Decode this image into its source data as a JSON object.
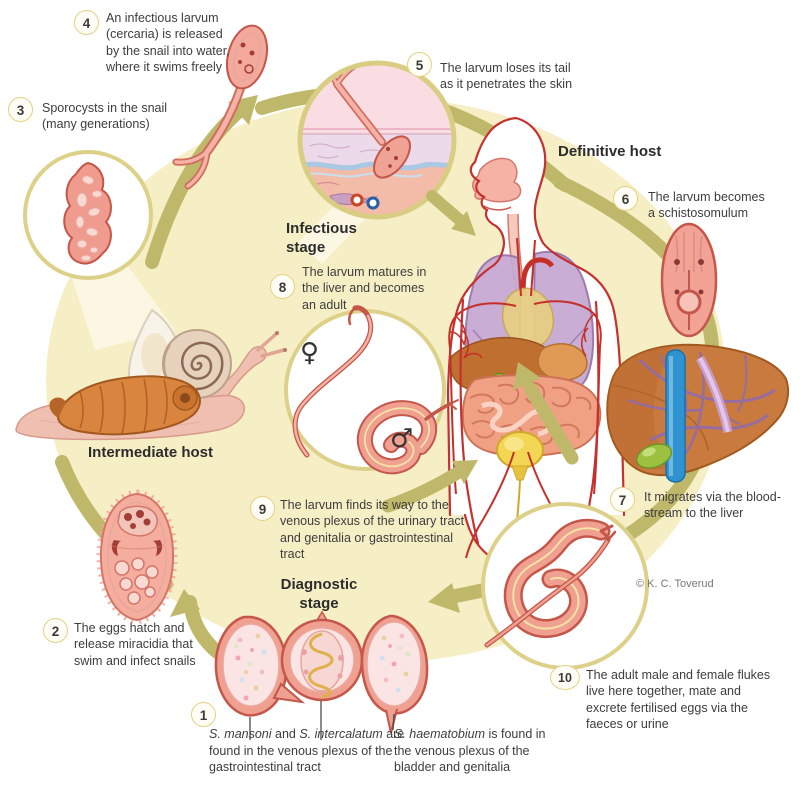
{
  "colors": {
    "cycle_background": "#f6efc5",
    "cycle_arrow": "#bfb86a",
    "badge_border": "#e4d183",
    "text": "#3d3d3d",
    "illustration_pink": "#f2a396",
    "body_outline": "#c53030",
    "liver_orange": "#c97a3f",
    "lung_purple": "#c7a9d2",
    "bladder_yellow": "#f2d654"
  },
  "copyright": "© K. C. Toverud",
  "region_labels": {
    "definitive_host": "Definitive host",
    "intermediate_host": "Intermediate host",
    "infectious_stage": "Infectious\nstage",
    "diagnostic_stage": "Diagnostic\nstage"
  },
  "symbols": {
    "female": "♀",
    "male": "♂"
  },
  "steps": {
    "s1": {
      "number": "1"
    },
    "s2": {
      "number": "2",
      "text": "The eggs hatch and\nrelease miracidia that\nswim and infect snails"
    },
    "s3": {
      "number": "3",
      "text": "Sporocysts in the snail\n(many generations)"
    },
    "s4": {
      "number": "4",
      "text": "An infectious larvum\n(cercaria) is released\nby the snail into water,\nwhere it swims freely"
    },
    "s5": {
      "number": "5",
      "text": "The larvum loses its tail\nas it penetrates the skin"
    },
    "s6": {
      "number": "6",
      "text": "The larvum becomes\na schistosomulum"
    },
    "s7": {
      "number": "7",
      "text": "It migrates via the blood-\nstream to the liver"
    },
    "s8": {
      "number": "8",
      "text": "The larvum matures in\nthe liver and becomes\nan adult"
    },
    "s9": {
      "number": "9",
      "text": "The larvum finds its way to the\nvenous plexus of the urinary tract\nand genitalia or gastrointestinal\ntract"
    },
    "s10": {
      "number": "10",
      "text": "The adult male and female flukes\nlive here together, mate and\nexcrete fertilised eggs via the\nfaeces or urine"
    }
  },
  "species_notes": {
    "gastrointestinal": {
      "species_a": "S. mansoni",
      "conj": " and ",
      "species_b": "S. intercalatum",
      "rest": " are found in the venous plexus of the gastrointestinal tract"
    },
    "bladder": {
      "species": "S. haematobium",
      "rest": " is found in the venous plexus of the bladder and genitalia"
    }
  }
}
